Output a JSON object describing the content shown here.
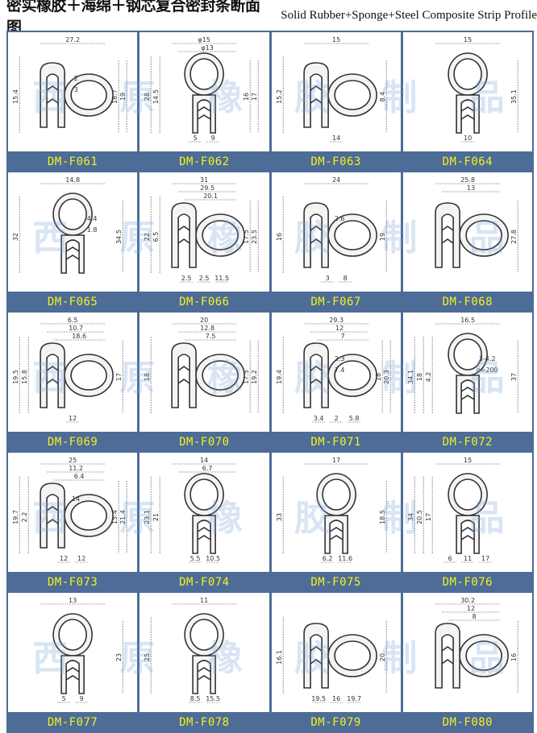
{
  "header": {
    "title_cn": "密实橡胶＋海绵＋钢芯复合密封条断面图",
    "title_en": "Solid Rubber+Sponge+Steel Composite Strip Profile"
  },
  "watermark": [
    "西",
    "原",
    "橡",
    "胶",
    "制",
    "品"
  ],
  "colors": {
    "label_bg": "#4d6c97",
    "label_text": "#f2f21c"
  },
  "profiles": [
    {
      "code": "DM-F061",
      "dims": {
        "top": [
          "27.2"
        ],
        "left": [
          "15.4"
        ],
        "right": [
          "16.7",
          "19"
        ],
        "inner": [
          "2",
          "3"
        ]
      }
    },
    {
      "code": "DM-F062",
      "dims": {
        "top": [
          "φ15",
          "φ13"
        ],
        "left": [
          "28",
          "14.5"
        ],
        "right": [
          "16",
          "17"
        ],
        "bottom": [
          "5",
          "9"
        ]
      }
    },
    {
      "code": "DM-F063",
      "dims": {
        "top": [
          "15"
        ],
        "left": [
          "15.2"
        ],
        "right": [
          "8.4"
        ],
        "bottom": [
          "14"
        ]
      }
    },
    {
      "code": "DM-F064",
      "dims": {
        "top": [
          "15"
        ],
        "right": [
          "35.1"
        ],
        "bottom": [
          "10"
        ]
      }
    },
    {
      "code": "DM-F065",
      "dims": {
        "top": [
          "14.8"
        ],
        "left": [
          "32"
        ],
        "right": [
          "34.5"
        ],
        "inner": [
          "4.4",
          "1.8"
        ]
      }
    },
    {
      "code": "DM-F066",
      "dims": {
        "top": [
          "31",
          "29.5",
          "20.1"
        ],
        "left": [
          "22",
          "6.5"
        ],
        "right": [
          "17.5",
          "23.5"
        ],
        "bottom": [
          "2.5",
          "2.5",
          "11.5"
        ]
      }
    },
    {
      "code": "DM-F067",
      "dims": {
        "top": [
          "24"
        ],
        "left": [
          "16"
        ],
        "right": [
          "19"
        ],
        "inner": [
          "2.6"
        ],
        "bottom": [
          "3",
          "8"
        ]
      }
    },
    {
      "code": "DM-F068",
      "dims": {
        "top": [
          "25.8",
          "13"
        ],
        "right": [
          "27.8"
        ]
      }
    },
    {
      "code": "DM-F069",
      "dims": {
        "top": [
          "6.5",
          "10.7",
          "18.6"
        ],
        "left": [
          "19.5",
          "15.8"
        ],
        "right": [
          "17"
        ],
        "bottom": [
          "12"
        ]
      }
    },
    {
      "code": "DM-F070",
      "dims": {
        "top": [
          "20",
          "12.8",
          "7.5"
        ],
        "left": [
          "18"
        ],
        "right": [
          "17.5",
          "19.2"
        ]
      }
    },
    {
      "code": "DM-F071",
      "dims": {
        "top": [
          "29.3",
          "12",
          "7"
        ],
        "left": [
          "19.4"
        ],
        "right": [
          "18",
          "20.3"
        ],
        "inner": [
          "2.3",
          "7.4"
        ],
        "bottom": [
          "3.4",
          "2",
          "5.8"
        ]
      }
    },
    {
      "code": "DM-F072",
      "dims": {
        "top": [
          "16.5"
        ],
        "left": [
          "34.1",
          "18",
          "4.2"
        ],
        "right": [
          "37"
        ],
        "inner": [
          "3-4.2",
          "ρ=200"
        ]
      }
    },
    {
      "code": "DM-F073",
      "dims": {
        "top": [
          "25",
          "11.2",
          "6.4"
        ],
        "left": [
          "19.7",
          "2.2"
        ],
        "right": [
          "15.4",
          "21.4"
        ],
        "inner": [
          "14"
        ],
        "bottom": [
          "12",
          "12"
        ]
      }
    },
    {
      "code": "DM-F074",
      "dims": {
        "top": [
          "14",
          "6.7"
        ],
        "left": [
          "23.1",
          "21"
        ],
        "bottom": [
          "5.5",
          "10.5"
        ]
      }
    },
    {
      "code": "DM-F075",
      "dims": {
        "top": [
          "17"
        ],
        "left": [
          "33"
        ],
        "right": [
          "18.5"
        ],
        "bottom": [
          "6.2",
          "11.6"
        ]
      }
    },
    {
      "code": "DM-F076",
      "dims": {
        "top": [
          "15"
        ],
        "left": [
          "34",
          "20.5",
          "17"
        ],
        "bottom": [
          "6",
          "11",
          "17"
        ]
      }
    },
    {
      "code": "DM-F077",
      "dims": {
        "top": [
          "13"
        ],
        "right": [
          "23"
        ],
        "bottom": [
          "5",
          "9"
        ]
      }
    },
    {
      "code": "DM-F078",
      "dims": {
        "top": [
          "11"
        ],
        "left": [
          "25"
        ],
        "bottom": [
          "8.5",
          "15.5"
        ]
      }
    },
    {
      "code": "DM-F079",
      "dims": {
        "left": [
          "16.1"
        ],
        "right": [
          "20"
        ],
        "bottom": [
          "19.5",
          "16",
          "19.7"
        ]
      }
    },
    {
      "code": "DM-F080",
      "dims": {
        "top": [
          "30.2",
          "12",
          "8"
        ],
        "right": [
          "16"
        ]
      }
    }
  ]
}
